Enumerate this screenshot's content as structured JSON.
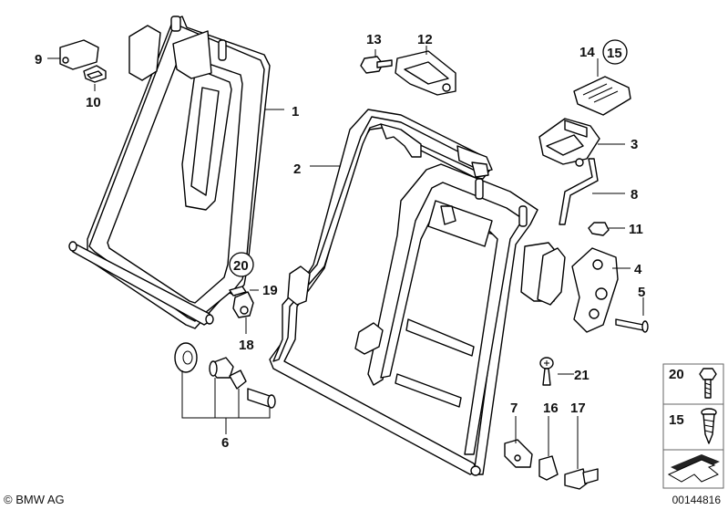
{
  "parts": [
    {
      "num": "1"
    },
    {
      "num": "2"
    },
    {
      "num": "3"
    },
    {
      "num": "4"
    },
    {
      "num": "5"
    },
    {
      "num": "6"
    },
    {
      "num": "7"
    },
    {
      "num": "8"
    },
    {
      "num": "9"
    },
    {
      "num": "10"
    },
    {
      "num": "11"
    },
    {
      "num": "12"
    },
    {
      "num": "13"
    },
    {
      "num": "14"
    },
    {
      "num": "15"
    },
    {
      "num": "16"
    },
    {
      "num": "17"
    },
    {
      "num": "18"
    },
    {
      "num": "19"
    },
    {
      "num": "20"
    },
    {
      "num": "21"
    }
  ],
  "circled_labels": {
    "c15": "15",
    "c20": "20"
  },
  "legend": {
    "item_20": "20",
    "item_15": "15"
  },
  "footer": {
    "copyright": "© BMW AG",
    "diagram_id": "00144816"
  },
  "colors": {
    "line": "#000000",
    "background": "#ffffff"
  }
}
